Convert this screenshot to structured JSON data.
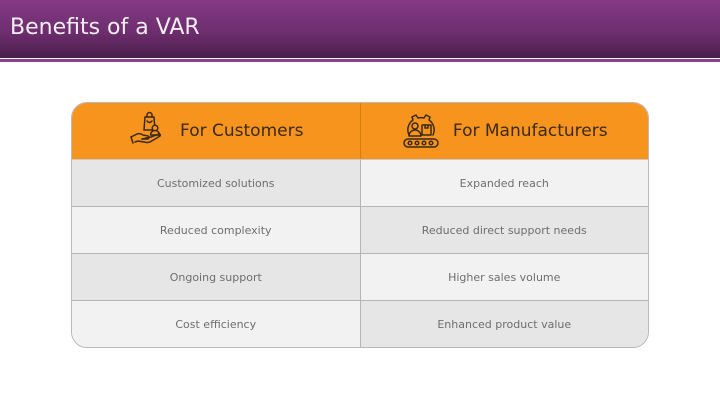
{
  "slide": {
    "title": "Benefits of a VAR"
  },
  "colors": {
    "header_purple": "#7a347a",
    "accent_orange": "#f7941d",
    "row_dark": "#e6e6e6",
    "row_light": "#f2f2f2"
  },
  "table": {
    "columns": [
      {
        "label": "For Customers",
        "icon": "hand-shopping-bag-person-icon"
      },
      {
        "label": "For Manufacturers",
        "icon": "gear-conveyor-person-box-icon"
      }
    ],
    "rows": [
      [
        "Customized solutions",
        "Expanded reach"
      ],
      [
        "Reduced complexity",
        "Reduced direct support needs"
      ],
      [
        "Ongoing support",
        "Higher sales volume"
      ],
      [
        "Cost efficiency",
        "Enhanced product value"
      ]
    ]
  }
}
